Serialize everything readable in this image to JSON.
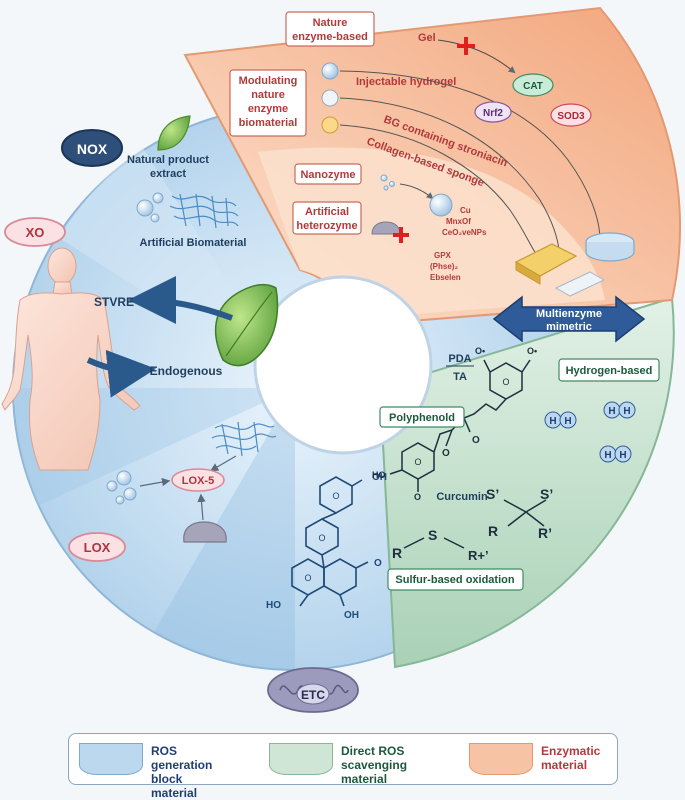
{
  "labels": {
    "nox": "NOX",
    "natural_product": [
      "Natural product",
      "extract"
    ],
    "artificial_biomaterial": "Artificial Biomaterial",
    "xo": "XO",
    "stvre": "STVRE",
    "endogenous": "Endogenous",
    "lox": "LOX",
    "lox5": "LOX-5",
    "etc": "ETC",
    "nature_enzyme": [
      "Nature",
      "enzyme-based"
    ],
    "modulating": [
      "Modulating",
      "nature",
      "enzyme",
      "biomaterial"
    ],
    "nanozyme": "Nanozyme",
    "artificial_heterozyme": [
      "Artificial",
      "heterozyme"
    ],
    "gel": "Gel",
    "cat": "CAT",
    "injectable": "Injectable hydrogel",
    "nrf2": "Nrf2",
    "sod3": "SOD3",
    "bg": "BG containing stroniacin",
    "collagen": "Collagen-based sponge",
    "cu_mnxof": [
      "Cu",
      "MnxOf",
      "CeO₂veNPs"
    ],
    "gpx": [
      "GPX",
      "(Phse)₂",
      "Ebselen"
    ],
    "multienzyme": [
      "Multienzyme",
      "mimetric"
    ],
    "pda": "PDA",
    "ta": "TA",
    "polyphenol": "Polyphenold",
    "curcumin": "Curcumin",
    "hydrogen": "Hydrogen-based",
    "h": "H",
    "sulfur": "Sulfur-based oxidation",
    "s": "S",
    "s_prime": "S’",
    "r": "R",
    "r_prime": "R’",
    "r_plus": "R+’",
    "ho": "HO",
    "oh": "OH",
    "o": "O",
    "o_dot": "O•"
  },
  "legend": {
    "ros_block": [
      "ROS generation",
      "block material"
    ],
    "direct_ros": [
      "Direct ROS",
      "scavenging material"
    ],
    "enzymatic": [
      "Enzymatic",
      "material"
    ]
  },
  "colors": {
    "blue": "#bcd8ef",
    "green": "#cfe5d5",
    "orange": "#f6c4a4",
    "navy": "#1f4a78",
    "red_text": "#b23a3a"
  }
}
